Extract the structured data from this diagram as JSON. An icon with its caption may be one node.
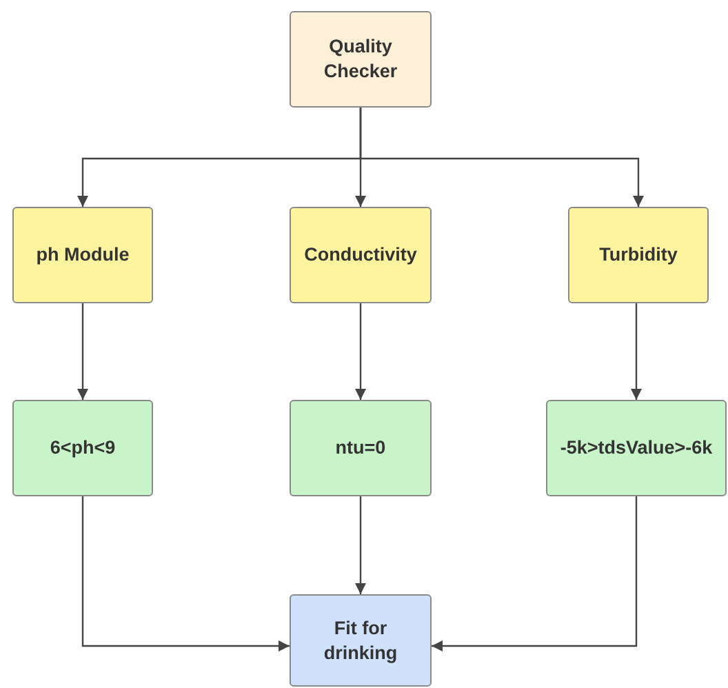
{
  "diagram": {
    "nodes": [
      {
        "text": [
          "Quality Checker"
        ]
      },
      {
        "text": [
          "ph Module"
        ]
      },
      {
        "text": [
          "Conductivity"
        ]
      },
      {
        "text": [
          "Turbidity"
        ]
      },
      {
        "text": [
          "6<ph<9"
        ]
      },
      {
        "text": [
          "ntu=0"
        ]
      },
      {
        "text": [
          "-5k>tdsValue>-6k"
        ]
      },
      {
        "text": [
          "Fit for drinking"
        ]
      }
    ],
    "edges": [
      {
        "from": 0,
        "to": 1,
        "arrow": "to"
      },
      {
        "from": 0,
        "to": 2,
        "arrow": "to"
      },
      {
        "from": 0,
        "to": 3,
        "arrow": "to"
      },
      {
        "from": 1,
        "to": 4,
        "arrow": "to"
      },
      {
        "from": 2,
        "to": 5,
        "arrow": "to"
      },
      {
        "from": 3,
        "to": 6,
        "arrow": "to"
      },
      {
        "from": 4,
        "to": 7,
        "arrow": "to"
      },
      {
        "from": 5,
        "to": 7,
        "arrow": "to"
      },
      {
        "from": 6,
        "to": 7,
        "arrow": "to"
      }
    ]
  }
}
